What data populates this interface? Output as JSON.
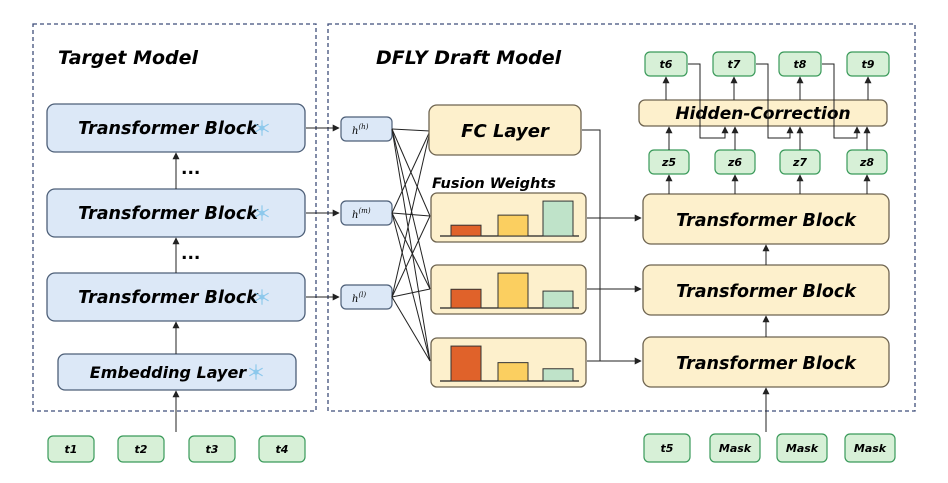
{
  "target_model": {
    "title": "Target Model",
    "blocks": [
      "Transformer Block",
      "Transformer Block",
      "Transformer Block"
    ],
    "embedding": "Embedding Layer",
    "ellipsis": "..."
  },
  "draft_model": {
    "title": "DFLY Draft Model",
    "fc_layer": "FC Layer",
    "fusion_weights": "Fusion Weights",
    "hidden_correction": "Hidden-Correction",
    "blocks": [
      "Transformer Block",
      "Transformer Block",
      "Transformer Block"
    ]
  },
  "hidden_states": [
    {
      "base": "h",
      "sup": "(h)"
    },
    {
      "base": "h",
      "sup": "(m)"
    },
    {
      "base": "h",
      "sup": "(l)"
    }
  ],
  "input_tokens": [
    "t1",
    "t2",
    "t3",
    "t4"
  ],
  "draft_inputs": [
    "t5",
    "Mask",
    "Mask",
    "Mask"
  ],
  "z_tokens": [
    "z5",
    "z6",
    "z7",
    "z8"
  ],
  "output_tokens": [
    "t6",
    "t7",
    "t8",
    "t9"
  ],
  "fusion_bars": [
    [
      0.3,
      0.58,
      0.97
    ],
    [
      0.52,
      0.97,
      0.47
    ],
    [
      0.97,
      0.51,
      0.34
    ]
  ],
  "colors": {
    "blue_block_fill": "#dce8f7",
    "blue_block_stroke": "#4d5f78",
    "yellow_block_fill": "#fdf0cc",
    "yellow_block_stroke": "#6e6450",
    "token_fill": "#d7f0d7",
    "token_stroke": "#3a9a5a",
    "bar_orange": "#e0622a",
    "bar_yellow": "#fbcf60",
    "bar_green": "#bfe3c9",
    "dash_border": "#3f4e7a",
    "snowflake": "#8cc8ec"
  }
}
